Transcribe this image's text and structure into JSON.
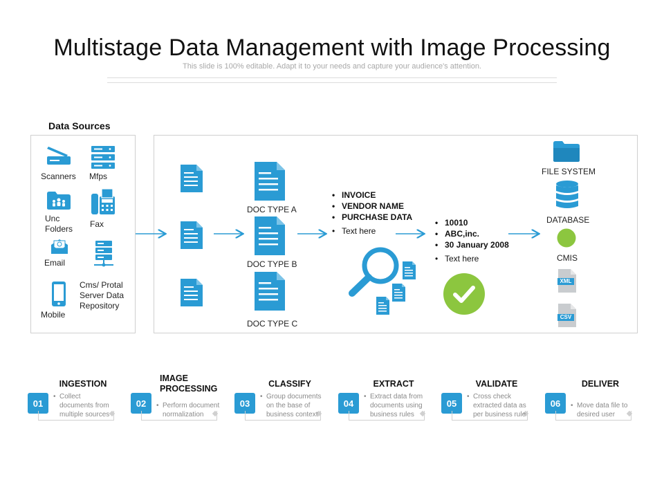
{
  "header": {
    "title": "Multistage Data Management with Image Processing",
    "subtitle": "This slide is 100% editable. Adapt it to your needs and capture your audience's attention."
  },
  "sources": {
    "heading": "Data Sources",
    "items": [
      "Scanners",
      "Mfps",
      "Unc\nFolders",
      "Fax",
      "Email",
      "Mobile",
      "Cms/ Protal\nServer Data\nRepository"
    ]
  },
  "doc_types": [
    "DOC TYPE A",
    "DOC TYPE B",
    "DOC TYPE C"
  ],
  "extract_fields": {
    "bold": [
      "INVOICE",
      "VENDOR NAME",
      "PURCHASE DATA"
    ],
    "plain": "Text here"
  },
  "validated_fields": {
    "bold": [
      "10010",
      "ABC,inc.",
      "30 January 2008"
    ],
    "plain": "Text here"
  },
  "outputs": {
    "labels": [
      "FILE SYSTEM",
      "DATABASE",
      "CMIS"
    ],
    "file_badges": [
      "XML",
      "CSV"
    ]
  },
  "steps": [
    {
      "num": "01",
      "title": "INGESTION",
      "desc": "Collect\ndocuments from\nmultiple sources",
      "color": "#2a9bd4"
    },
    {
      "num": "02",
      "title": "IMAGE\nPROCESSING",
      "desc": "Perform document\nnormalization",
      "color": "#2a9bd4"
    },
    {
      "num": "03",
      "title": "CLASSIFY",
      "desc": "Group documents\non the base of\nbusiness context",
      "color": "#2a9bd4"
    },
    {
      "num": "04",
      "title": "EXTRACT",
      "desc": "Extract data from\ndocuments using\nbusiness rules",
      "color": "#2a9bd4"
    },
    {
      "num": "05",
      "title": "VALIDATE",
      "desc": "Cross check\nextracted data as\nper business rule",
      "color": "#2a9bd4"
    },
    {
      "num": "06",
      "title": "DELIVER",
      "desc": "Move data file to\ndesired user",
      "color": "#2a9bd4"
    }
  ],
  "colors": {
    "accent": "#2a9bd4",
    "green": "#8cc63f",
    "gray_icon": "#b9bcc0"
  }
}
